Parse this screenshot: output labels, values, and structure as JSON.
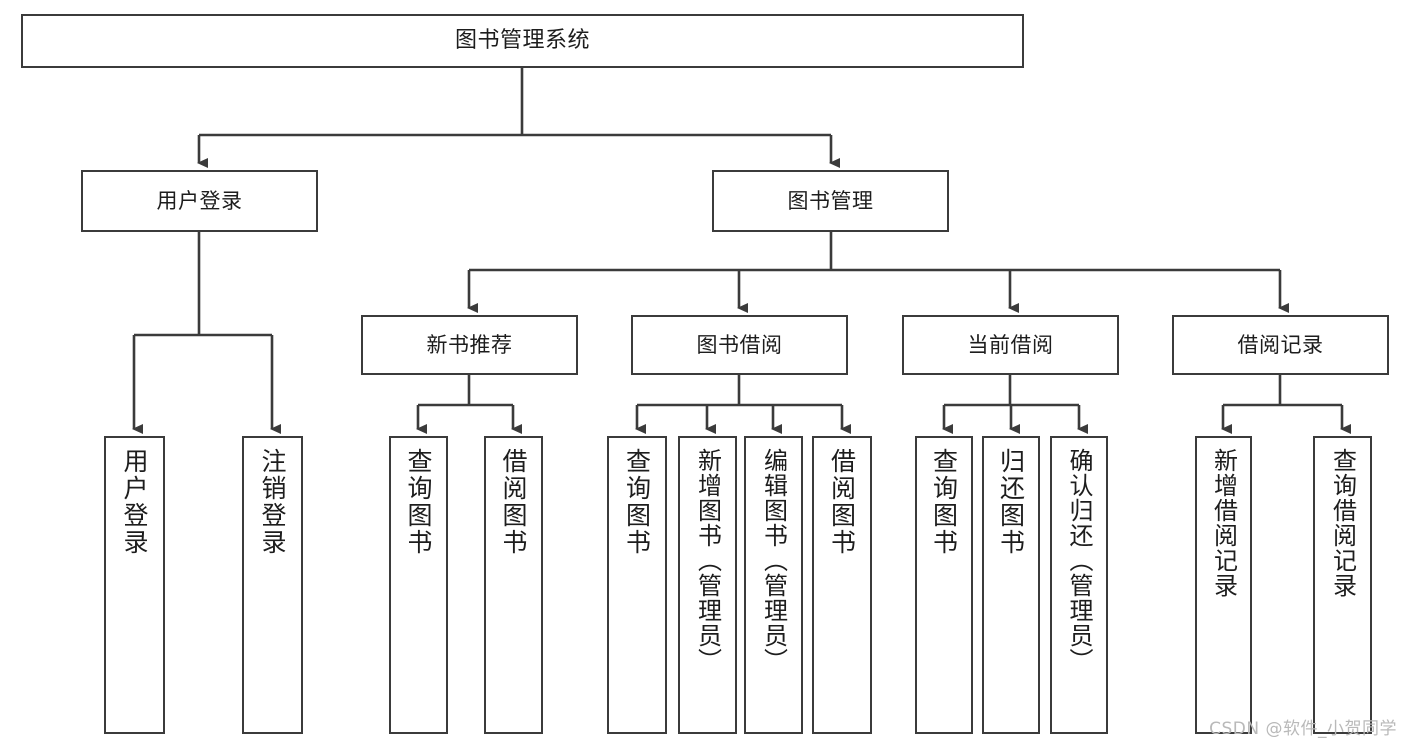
{
  "diagram": {
    "type": "tree",
    "title": "图书管理系统",
    "root": {
      "label": "图书管理系统"
    },
    "tier1": [
      {
        "label": "用户登录"
      },
      {
        "label": "图书管理"
      }
    ],
    "tier2": [
      {
        "label": "新书推荐"
      },
      {
        "label": "图书借阅"
      },
      {
        "label": "当前借阅"
      },
      {
        "label": "借阅记录"
      }
    ],
    "leaves": {
      "user_login": [
        {
          "label": "用户登录"
        },
        {
          "label": "注销登录"
        }
      ],
      "new_book": [
        {
          "label": "查询图书"
        },
        {
          "label": "借阅图书"
        }
      ],
      "borrow_book": [
        {
          "label": "查询图书"
        },
        {
          "label": "新增图书（管理员）"
        },
        {
          "label": "编辑图书（管理员）"
        },
        {
          "label": "借阅图书"
        }
      ],
      "current_borrow": [
        {
          "label": "查询图书"
        },
        {
          "label": "归还图书"
        },
        {
          "label": "确认归还（管理员）"
        }
      ],
      "borrow_record": [
        {
          "label": "新增借阅记录"
        },
        {
          "label": "查询借阅记录"
        }
      ]
    }
  },
  "watermark": {
    "text": "CSDN @软件_小贺同学"
  },
  "colors": {
    "background": "#ffffff",
    "box_border": "#3b3b3b",
    "text": "#1d1d1d",
    "connector": "#3b3b3b",
    "watermark": "#b9b9b9"
  }
}
